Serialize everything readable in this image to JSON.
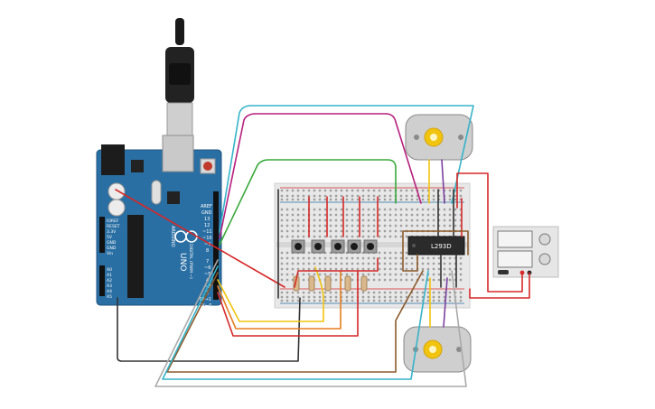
{
  "arduino": {
    "brand_line1": "UNO",
    "brand_line2": "ARDUINO",
    "header_label": "DIGITAL (PWM ~)",
    "pin_top": [
      "AREF",
      "GND",
      "13",
      "12",
      "~11",
      "~10",
      "~9",
      "8"
    ],
    "pin_bottom": [
      "7",
      "~6",
      "~5",
      "4",
      "~3",
      "2",
      "TX→1",
      "RX←0"
    ],
    "power_header": [
      "IOREF",
      "RESET",
      "3.3V",
      "5V",
      "GND",
      "GND",
      "Vin"
    ],
    "analog_header": [
      "A0",
      "A1",
      "A2",
      "A3",
      "A4",
      "A5"
    ]
  },
  "chip": {
    "label": "L293D"
  },
  "colors": {
    "board": "#2a6fa3",
    "breadboard": "#e8e8e8",
    "wire_red": "#d62828",
    "wire_green": "#38a83a",
    "wire_magenta": "#b6207d",
    "wire_cyan": "#36b3c9",
    "wire_yellow": "#f1c40f",
    "wire_orange": "#e67e22",
    "wire_brown": "#8b5a2b",
    "wire_purple": "#7b3fa0",
    "wire_black": "#333333",
    "wire_gray": "#aaaaaa"
  }
}
